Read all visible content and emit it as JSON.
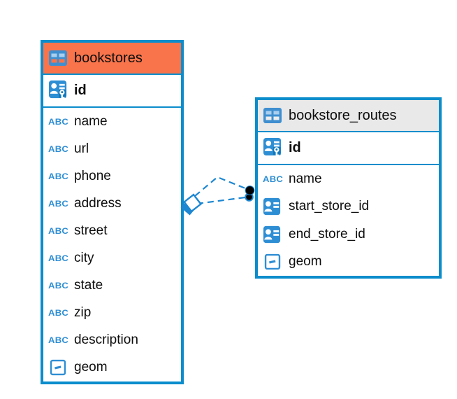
{
  "diagram": {
    "colors": {
      "accent_border": "#0b8dcc",
      "bookstores_header_bg": "#f9744b",
      "bookstore_routes_header_bg": "#e9e9e9",
      "icon_blue": "#2e8ed4",
      "relation_line": "#1d87d2",
      "text": "#0d0d0d"
    },
    "icons": {
      "text_type": "ABC"
    },
    "tables": [
      {
        "name": "bookstores",
        "icon": "table-icon",
        "columns": [
          {
            "name": "id",
            "type": "primary-key",
            "icon": "primary-key-icon"
          },
          {
            "name": "name",
            "type": "text",
            "icon": "text-abc-icon"
          },
          {
            "name": "url",
            "type": "text",
            "icon": "text-abc-icon"
          },
          {
            "name": "phone",
            "type": "text",
            "icon": "text-abc-icon"
          },
          {
            "name": "address",
            "type": "text",
            "icon": "text-abc-icon"
          },
          {
            "name": "street",
            "type": "text",
            "icon": "text-abc-icon"
          },
          {
            "name": "city",
            "type": "text",
            "icon": "text-abc-icon"
          },
          {
            "name": "state",
            "type": "text",
            "icon": "text-abc-icon"
          },
          {
            "name": "zip",
            "type": "text",
            "icon": "text-abc-icon"
          },
          {
            "name": "description",
            "type": "text",
            "icon": "text-abc-icon"
          },
          {
            "name": "geom",
            "type": "geometry",
            "icon": "geometry-icon"
          }
        ]
      },
      {
        "name": "bookstore_routes",
        "icon": "table-icon",
        "columns": [
          {
            "name": "id",
            "type": "primary-key",
            "icon": "primary-key-icon"
          },
          {
            "name": "name",
            "type": "text",
            "icon": "text-abc-icon"
          },
          {
            "name": "start_store_id",
            "type": "reference",
            "icon": "reference-icon"
          },
          {
            "name": "end_store_id",
            "type": "reference",
            "icon": "reference-icon"
          },
          {
            "name": "geom",
            "type": "geometry",
            "icon": "geometry-icon"
          }
        ]
      }
    ],
    "relations": [
      {
        "between": [
          "bookstores",
          "bookstore_routes"
        ],
        "style": "dashed"
      },
      {
        "between": [
          "bookstores",
          "bookstore_routes"
        ],
        "style": "dashed"
      }
    ]
  }
}
